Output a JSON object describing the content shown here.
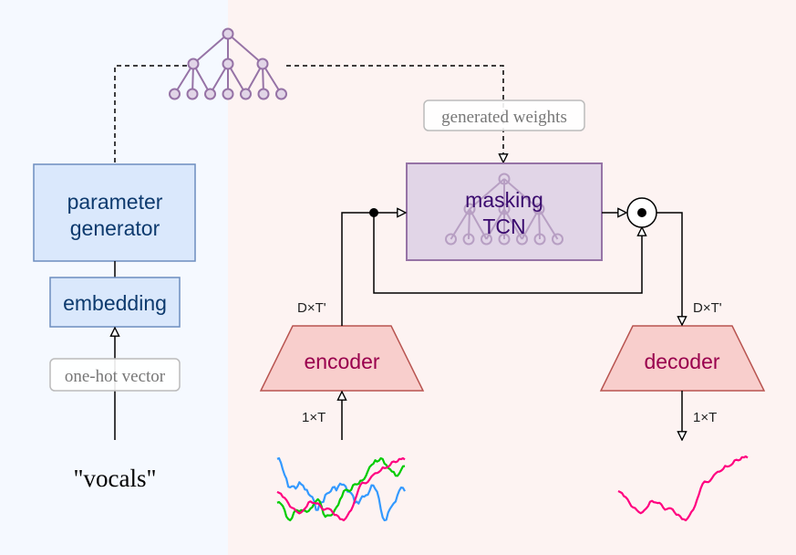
{
  "colors": {
    "left_background": "#f5f9ff",
    "right_background": "#fdf3f2",
    "blue_fill": "#dae8fc",
    "blue_stroke": "#6c8ebf",
    "blue_text": "#0d3a6e",
    "purple_fill": "#e1d5e7",
    "purple_stroke": "#9673a6",
    "purple_text": "#3a0a6e",
    "red_fill": "#f8cecc",
    "red_stroke": "#b85450",
    "red_text": "#99004d",
    "wave_pink": "#ff0080",
    "wave_blue": "#3399ff",
    "wave_green": "#00cc00",
    "label_border": "#bbbbbb",
    "label_text": "#777777"
  },
  "nodes": {
    "parameter_generator": {
      "line1": "parameter",
      "line2": "generator"
    },
    "embedding": {
      "label": "embedding"
    },
    "one_hot_label": "one-hot vector",
    "input_word": "\"vocals\"",
    "generated_weights_label": "generated weights",
    "masking_tcn": {
      "line1": "masking",
      "line2": "TCN"
    },
    "encoder": {
      "label": "encoder"
    },
    "decoder": {
      "label": "decoder"
    },
    "multiply_icon": "hadamard-product-icon"
  },
  "dims": {
    "encoder_in": "1×T",
    "encoder_out": "D×T'",
    "decoder_in": "D×T'",
    "decoder_out": "1×T"
  },
  "icons": {
    "tree": "network-tree-icon",
    "mixture_waveform": "mixture-waveform-icon",
    "vocals_waveform": "vocals-waveform-icon"
  }
}
